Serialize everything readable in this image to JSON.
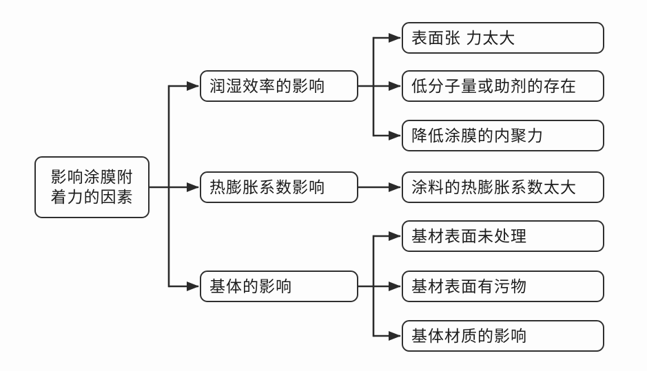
{
  "diagram": {
    "type": "tree-flowchart",
    "direction": "left-to-right",
    "root": {
      "label": "影响涂膜附着力的因素"
    },
    "branches": [
      {
        "label": "润湿效率的影响",
        "children": [
          {
            "label": "表面张 力太大"
          },
          {
            "label": "低分子量或助剂的存在"
          },
          {
            "label": "降低涂膜的内聚力"
          }
        ]
      },
      {
        "label": "热膨胀系数影响",
        "children": [
          {
            "label": "涂料的热膨胀系数太大"
          }
        ]
      },
      {
        "label": "基体的影响",
        "children": [
          {
            "label": "基材表面未处理"
          },
          {
            "label": "基材表面有污物"
          },
          {
            "label": "基体材质的影响"
          }
        ]
      }
    ],
    "colors": {
      "line": "#2a2a2a",
      "box_border": "#2f2f2f",
      "text": "#1c1c1c",
      "background": "#fdfdfd"
    }
  }
}
